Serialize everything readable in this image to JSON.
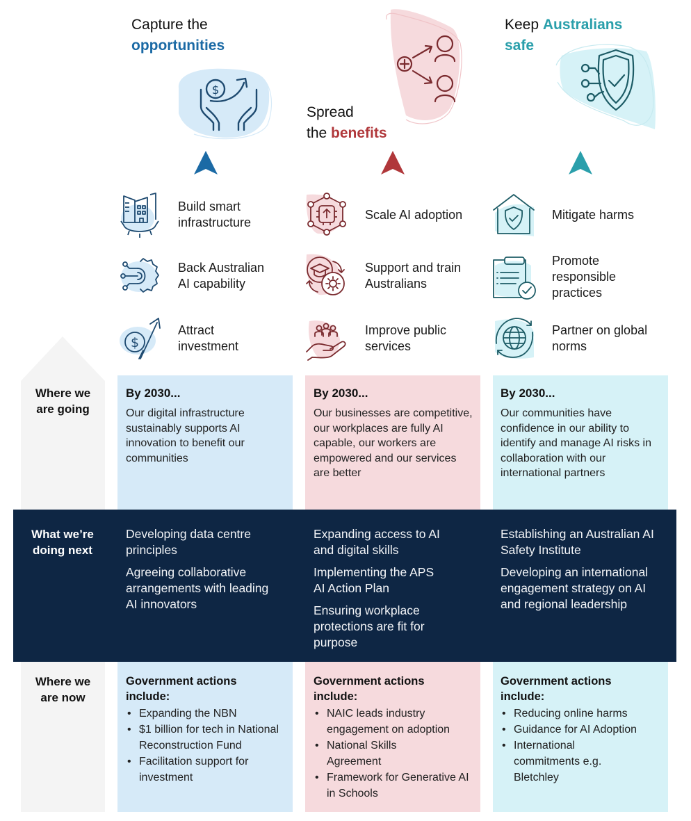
{
  "colors": {
    "opportunities_accent": "#1b6aa5",
    "benefits_accent": "#b0373a",
    "safe_accent": "#2a9fab",
    "navy_band": "#0e2644",
    "panel_blue": "#d6eaf8",
    "panel_red": "#f6dadd",
    "panel_teal": "#d6f2f7",
    "label_column": "#f4f4f4"
  },
  "pillars": [
    {
      "title_plain": "Capture the",
      "title_accent": "opportunities",
      "hero_icon": "hands-holding-money-growth-icon",
      "items": [
        {
          "label": "Build smart infrastructure",
          "icon": "smart-building-gear-icon"
        },
        {
          "label": "Back Australian AI capability",
          "icon": "circuit-gear-icon"
        },
        {
          "label": "Attract investment",
          "icon": "dollar-growth-arrow-icon"
        }
      ],
      "by_2030_heading": "By 2030...",
      "by_2030_text": "Our digital infrastructure sustainably supports AI innovation to benefit our communities",
      "next_steps": [
        "Developing data centre principles",
        "Agreeing collaborative arrangements with leading AI innovators"
      ],
      "gov_heading": "Government actions include:",
      "gov_actions": [
        "Expanding the NBN",
        "$1 billion for tech in National Reconstruction Fund",
        "Facilitation support for investment"
      ]
    },
    {
      "title_plain_1": "Spread",
      "title_plain_2": "the",
      "title_accent": "benefits",
      "hero_icon": "share-to-people-icon",
      "items": [
        {
          "label": "Scale AI adoption",
          "icon": "chip-network-icon"
        },
        {
          "label": "Support and train Australians",
          "icon": "graduation-gear-cycle-icon"
        },
        {
          "label": "Improve public services",
          "icon": "hand-holding-people-icon"
        }
      ],
      "by_2030_heading": "By 2030...",
      "by_2030_text": "Our businesses are competitive, our workplaces are fully AI capable, our workers are empowered and our services are better",
      "next_steps": [
        "Expanding access to AI and digital skills",
        "Implementing the APS AI Action Plan",
        "Ensuring workplace protections are fit for purpose"
      ],
      "gov_heading": "Government actions include:",
      "gov_actions": [
        "NAIC leads industry engagement on adoption",
        "National Skills Agreement",
        "Framework for Generative AI in Schools"
      ]
    },
    {
      "title_plain": "Keep",
      "title_accent_1": "Australians",
      "title_accent_2": "safe",
      "hero_icon": "shield-check-network-icon",
      "items": [
        {
          "label": "Mitigate harms",
          "icon": "house-shield-icon"
        },
        {
          "label": "Promote responsible practices",
          "icon": "clipboard-check-icon"
        },
        {
          "label": "Partner on global norms",
          "icon": "globe-cycle-icon"
        }
      ],
      "by_2030_heading": "By 2030...",
      "by_2030_text": "Our communities have confidence in our ability to identify and manage AI risks in collaboration with our international partners",
      "next_steps": [
        "Establishing an Australian AI Safety Institute",
        "Developing an international engagement strategy on AI and regional leadership"
      ],
      "gov_heading": "Government actions include:",
      "gov_actions": [
        "Reducing online harms",
        "Guidance for AI Adoption",
        "International commitments e.g. Bletchley"
      ]
    }
  ],
  "row_labels": {
    "going_1": "Where we",
    "going_2": "are going",
    "next_1": "What we’re",
    "next_2": "doing next",
    "now_1": "Where we",
    "now_2": "are now"
  }
}
